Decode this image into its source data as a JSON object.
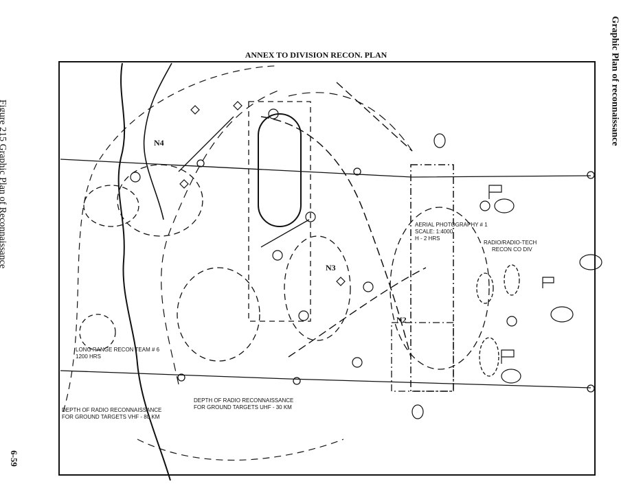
{
  "page": {
    "left_caption": "Figure 215 Graphic Plan of Reconnaissance",
    "right_caption": "Graphic Plan of reconnaissance",
    "page_number": "6-59"
  },
  "map": {
    "title": "ANNEX TO DIVISION RECON. PLAN",
    "annotations": {
      "aerial_line1": "AERIAL PHOTOGRAPHY # 1",
      "aerial_line2": "SCALE: 1:4000",
      "aerial_line3": "H - 2 HRS",
      "radio_line1": "RADIO/RADIO-TECH",
      "radio_line2": "RECON CO DIV",
      "lrrt_line1": "LONG RANGE RECON TEAM # 6",
      "lrrt_line2": "1200 HRS",
      "vhf_line1": "DEPTH OF RADIO RECONNAISSANCE",
      "vhf_line2": "FOR GROUND TARGETS VHF - 80 KM",
      "uhf_line1": "DEPTH OF RADIO RECONNAISSANCE",
      "uhf_line2": "FOR GROUND TARGETS UHF - 30 KM"
    },
    "zone_labels": [
      "N4",
      "N3",
      "N2"
    ]
  }
}
